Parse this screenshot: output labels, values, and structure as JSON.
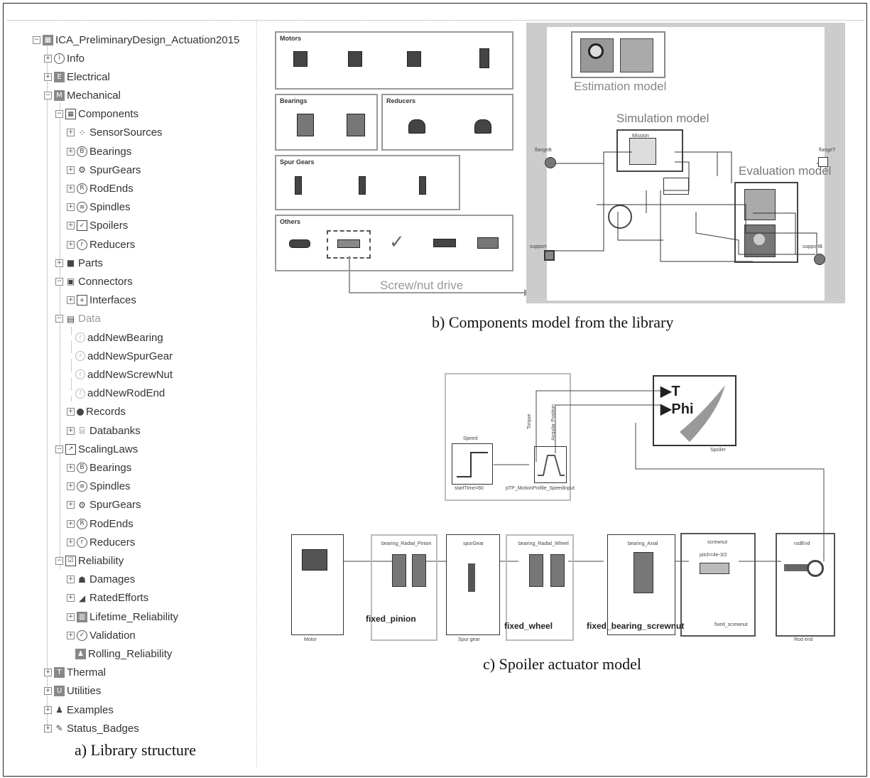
{
  "tree": {
    "root": "ICA_PreliminaryDesign_Actuation2015",
    "items": [
      {
        "label": "Info",
        "indent": 1,
        "icon": "info-icon",
        "glyph": "i",
        "style": "circ",
        "pm": "+"
      },
      {
        "label": "Electrical",
        "indent": 1,
        "icon": "electrical-icon",
        "glyph": "E",
        "style": "box",
        "pm": "+"
      },
      {
        "label": "Mechanical",
        "indent": 1,
        "icon": "mechanical-icon",
        "glyph": "M",
        "style": "box",
        "pm": "−"
      },
      {
        "label": "Components",
        "indent": 2,
        "icon": "components-icon",
        "glyph": "▦",
        "style": "sq",
        "pm": "−"
      },
      {
        "label": "SensorSources",
        "indent": 3,
        "icon": "sensor-sources-icon",
        "glyph": "⁘",
        "style": "",
        "pm": "+"
      },
      {
        "label": "Bearings",
        "indent": 3,
        "icon": "bearings-icon",
        "glyph": "B",
        "style": "circ",
        "pm": "+"
      },
      {
        "label": "SpurGears",
        "indent": 3,
        "icon": "spur-gears-icon",
        "glyph": "⚙",
        "style": "",
        "pm": "+"
      },
      {
        "label": "RodEnds",
        "indent": 3,
        "icon": "rod-ends-icon",
        "glyph": "R",
        "style": "circ",
        "pm": "+"
      },
      {
        "label": "Spindles",
        "indent": 3,
        "icon": "spindles-icon",
        "glyph": "≡",
        "style": "circ",
        "pm": "+"
      },
      {
        "label": "Spoilers",
        "indent": 3,
        "icon": "spoilers-icon",
        "glyph": "✓",
        "style": "sq",
        "pm": "+"
      },
      {
        "label": "Reducers",
        "indent": 3,
        "icon": "reducers-icon",
        "glyph": "r",
        "style": "circ",
        "pm": "+"
      },
      {
        "label": "Parts",
        "indent": 2,
        "icon": "parts-icon",
        "glyph": "■",
        "style": "",
        "pm": "+"
      },
      {
        "label": "Connectors",
        "indent": 2,
        "icon": "connectors-icon",
        "glyph": "▣",
        "style": "",
        "pm": "−"
      },
      {
        "label": "Interfaces",
        "indent": 3,
        "icon": "interfaces-icon",
        "glyph": "+",
        "style": "sq",
        "pm": "+"
      },
      {
        "label": "Data",
        "indent": 2,
        "icon": "data-icon",
        "glyph": "▤",
        "style": "",
        "pm": "−",
        "faded": true
      },
      {
        "label": "addNewBearing",
        "indent": 3,
        "icon": "function-icon",
        "glyph": "f",
        "style": "ghost",
        "pm": ""
      },
      {
        "label": "addNewSpurGear",
        "indent": 3,
        "icon": "function-icon",
        "glyph": "f",
        "style": "ghost",
        "pm": ""
      },
      {
        "label": "addNewScrewNut",
        "indent": 3,
        "icon": "function-icon",
        "glyph": "f",
        "style": "ghost",
        "pm": ""
      },
      {
        "label": "addNewRodEnd",
        "indent": 3,
        "icon": "function-icon",
        "glyph": "f",
        "style": "ghost",
        "pm": ""
      },
      {
        "label": "Records",
        "indent": 3,
        "icon": "records-icon",
        "glyph": "",
        "style": "dot",
        "pm": "+"
      },
      {
        "label": "Databanks",
        "indent": 3,
        "icon": "databanks-icon",
        "glyph": "⌸",
        "style": "",
        "pm": "+"
      },
      {
        "label": "ScalingLaws",
        "indent": 2,
        "icon": "scaling-laws-icon",
        "glyph": "↗",
        "style": "sq",
        "pm": "−"
      },
      {
        "label": "Bearings",
        "indent": 3,
        "icon": "bearings-icon",
        "glyph": "B",
        "style": "circ",
        "pm": "+"
      },
      {
        "label": "Spindles",
        "indent": 3,
        "icon": "spindles-icon",
        "glyph": "≡",
        "style": "circ",
        "pm": "+"
      },
      {
        "label": "SpurGears",
        "indent": 3,
        "icon": "spur-gears-icon",
        "glyph": "⚙",
        "style": "",
        "pm": "+"
      },
      {
        "label": "RodEnds",
        "indent": 3,
        "icon": "rod-ends-icon",
        "glyph": "R",
        "style": "circ",
        "pm": "+"
      },
      {
        "label": "Reducers",
        "indent": 3,
        "icon": "reducers-icon",
        "glyph": "r",
        "style": "circ",
        "pm": "+"
      },
      {
        "label": "Reliability",
        "indent": 2,
        "icon": "reliability-icon",
        "glyph": "☑",
        "style": "sq",
        "pm": "−"
      },
      {
        "label": "Damages",
        "indent": 3,
        "icon": "damages-icon",
        "glyph": "☗",
        "style": "",
        "pm": "+"
      },
      {
        "label": "RatedEfforts",
        "indent": 3,
        "icon": "rated-efforts-icon",
        "glyph": "◢",
        "style": "",
        "pm": "+"
      },
      {
        "label": "Lifetime_Reliability",
        "indent": 3,
        "icon": "lifetime-reliability-icon",
        "glyph": "▥",
        "style": "box",
        "pm": "+"
      },
      {
        "label": "Validation",
        "indent": 3,
        "icon": "validation-icon",
        "glyph": "✓",
        "style": "circ",
        "pm": "+"
      },
      {
        "label": "Rolling_Reliability",
        "indent": 3,
        "icon": "rolling-reliability-icon",
        "glyph": "♟",
        "style": "box",
        "pm": ""
      },
      {
        "label": "Thermal",
        "indent": 1,
        "icon": "thermal-icon",
        "glyph": "T",
        "style": "box",
        "pm": "+"
      },
      {
        "label": "Utilities",
        "indent": 1,
        "icon": "utilities-icon",
        "glyph": "U",
        "style": "box",
        "pm": "+"
      },
      {
        "label": "Examples",
        "indent": 1,
        "icon": "examples-icon",
        "glyph": "♟",
        "style": "",
        "pm": "+"
      },
      {
        "label": "Status_Badges",
        "indent": 1,
        "icon": "status-badges-icon",
        "glyph": "✎",
        "style": "",
        "pm": "+"
      }
    ]
  },
  "captions": {
    "a": "a)   Library structure",
    "b": "b)   Components model from the library",
    "c": "c)   Spoiler actuator model"
  },
  "panel_b": {
    "groups": {
      "motors": "Motors",
      "bearings": "Bearings",
      "reducers": "Reducers",
      "spur_gears": "Spur Gears",
      "others": "Others"
    },
    "estimation_model": "Estimation model",
    "simulation_model": "Simulation model",
    "evaluation_model": "Evaluation model",
    "screw_nut_drive": "Screw/nut drive",
    "ports": {
      "flangeB": "flangeB",
      "flangeT": "flangeT",
      "support": "support",
      "supportB": "supportB"
    },
    "mission": "Mission"
  },
  "panel_c": {
    "spoiler_T": "▶T",
    "spoiler_Phi": "▶Phi",
    "spoiler": "Spoiler",
    "speed": "Speed",
    "start_time": "startTime=60",
    "motion_profile": "pTP_MotionProfile_Speedinput",
    "torque": "Torque",
    "angular_position": "Angular Position",
    "bearing_radial_pinion": "bearing_Radial_Pinion",
    "spur_gear": "spurGear",
    "bearing_radial_wheel": "bearing_Radial_Wheel",
    "bearing_axial": "bearing_Axial",
    "screwnut": "screwnut",
    "pitch": "pitch=4e-3/2",
    "rod_end": "rodEnd",
    "fixed_pinion": "fixed_pinion",
    "fixed_wheel": "fixed_wheel",
    "fixed_bearing_screwnut": "fixed_bearing_screwnut",
    "fixed_screwnut": "fixed_screwnut",
    "motor": "Motor",
    "spur_gear_caption": "Spur gear",
    "rod_end_caption": "Rod end"
  }
}
